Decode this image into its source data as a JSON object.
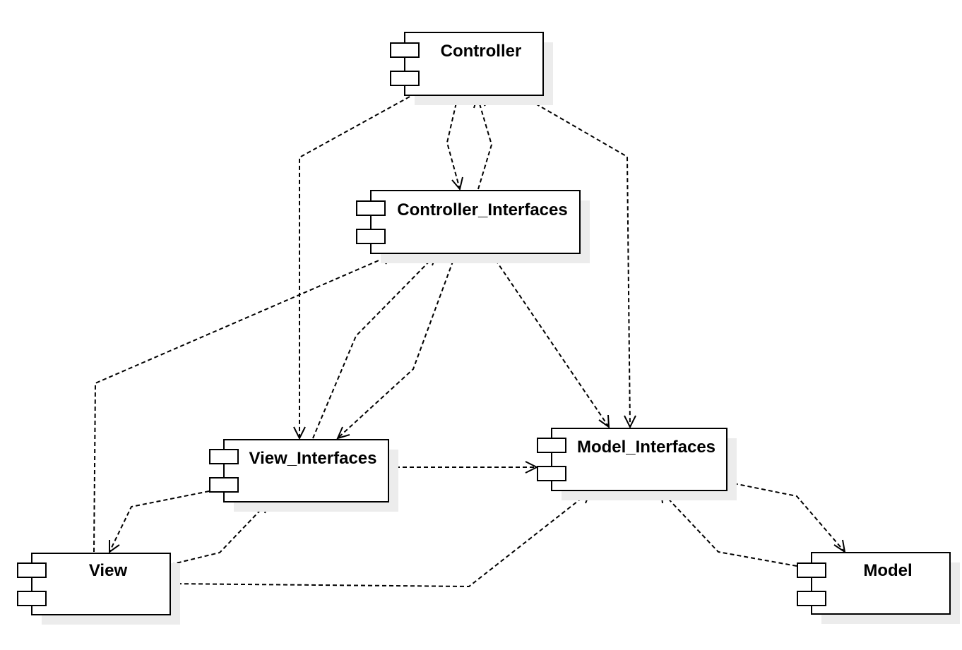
{
  "components": {
    "controller": {
      "name": "Controller"
    },
    "controller_interfaces": {
      "name": "Controller_Interfaces"
    },
    "view_interfaces": {
      "name": "View_Interfaces"
    },
    "model_interfaces": {
      "name": "Model_Interfaces"
    },
    "view": {
      "name": "View"
    },
    "model": {
      "name": "Model"
    }
  },
  "dependencies": [
    {
      "from": "Controller",
      "to": "Controller_Interfaces"
    },
    {
      "from": "Controller_Interfaces",
      "to": "Controller"
    },
    {
      "from": "Controller",
      "to": "View_Interfaces"
    },
    {
      "from": "Controller",
      "to": "Model_Interfaces"
    },
    {
      "from": "Controller_Interfaces",
      "to": "View_Interfaces"
    },
    {
      "from": "View_Interfaces",
      "to": "Controller_Interfaces"
    },
    {
      "from": "Controller_Interfaces",
      "to": "Model_Interfaces"
    },
    {
      "from": "View",
      "to": "Controller_Interfaces"
    },
    {
      "from": "View_Interfaces",
      "to": "View"
    },
    {
      "from": "View",
      "to": "View_Interfaces"
    },
    {
      "from": "View_Interfaces",
      "to": "Model_Interfaces"
    },
    {
      "from": "View",
      "to": "Model_Interfaces"
    },
    {
      "from": "Model_Interfaces",
      "to": "Model"
    },
    {
      "from": "Model",
      "to": "Model_Interfaces"
    }
  ],
  "colors": {
    "stroke": "#000000",
    "fill": "#ffffff",
    "shadow": "#ececec"
  }
}
